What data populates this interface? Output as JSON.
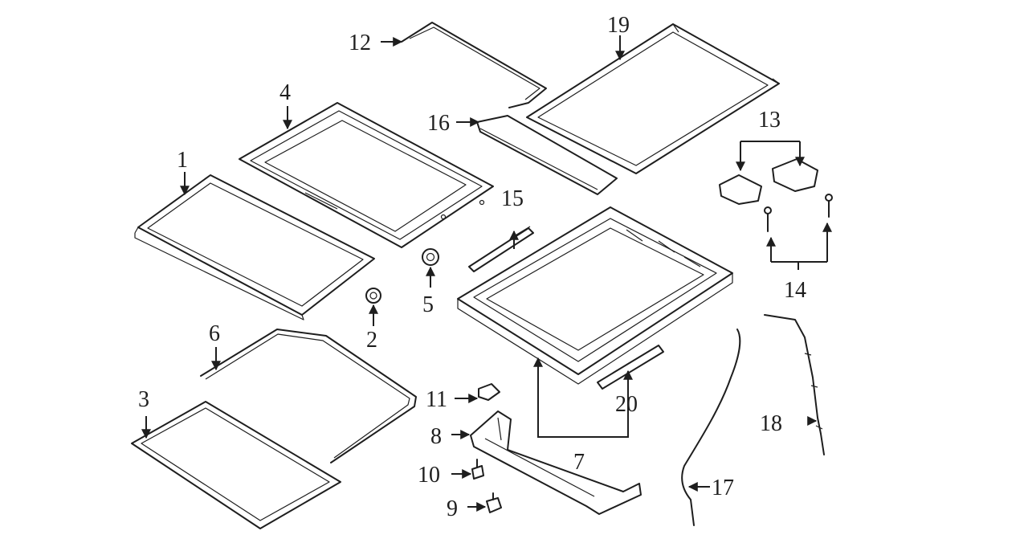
{
  "callouts": {
    "c1": "1",
    "c2": "2",
    "c3": "3",
    "c4": "4",
    "c5": "5",
    "c6": "6",
    "c7": "7",
    "c8": "8",
    "c9": "9",
    "c10": "10",
    "c11": "11",
    "c12": "12",
    "c13": "13",
    "c14": "14",
    "c15": "15",
    "c16": "16",
    "c17": "17",
    "c18": "18",
    "c19": "19",
    "c20": "20"
  },
  "colors": {
    "line": "#1e1e1e",
    "background": "#ffffff"
  }
}
